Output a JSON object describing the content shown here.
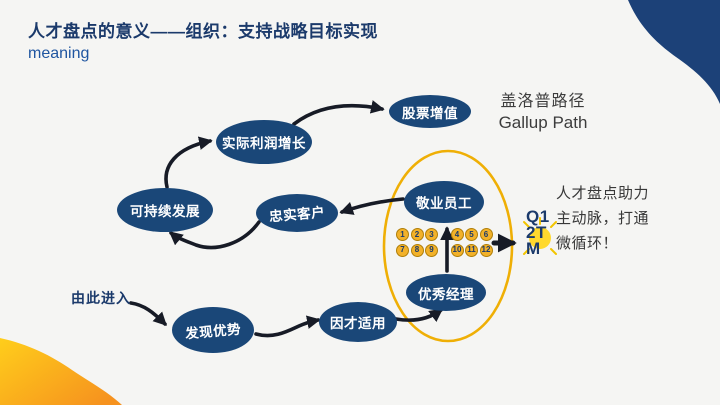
{
  "slide": {
    "title": "人才盘点的意义——组织：支持战略目标实现",
    "subtitle": "meaning"
  },
  "gallup": {
    "label_cn": "盖洛普路径",
    "label_en": "Gallup Path"
  },
  "note": {
    "text": "人才盘点助力主动脉，打通微循环！"
  },
  "q12": {
    "lines": [
      "Q1",
      "2T",
      "M"
    ],
    "numbers": [
      "1",
      "2",
      "3",
      "4",
      "5",
      "6",
      "7",
      "8",
      "9",
      "10",
      "11",
      "12"
    ]
  },
  "entry": {
    "label": "由此进入"
  },
  "nodes": {
    "stock": {
      "label": "股票增值"
    },
    "profit": {
      "label": "实际利润增长"
    },
    "sustain": {
      "label": "可持续发展"
    },
    "loyal": {
      "label": "忠实客户"
    },
    "engaged": {
      "label": "敬业员工"
    },
    "manager": {
      "label": "优秀经理"
    },
    "strengths": {
      "label": "发现优势"
    },
    "fit": {
      "label": "因才适用"
    }
  },
  "colors": {
    "node_fill": "#1a4778",
    "corner_navy": "#1c4178",
    "ring_yellow": "#efaf05",
    "coin_gold": "#f2b129",
    "orange_wave": "#f6921e",
    "title_navy": "#1b3a6b",
    "arrow_black": "#171b26"
  }
}
